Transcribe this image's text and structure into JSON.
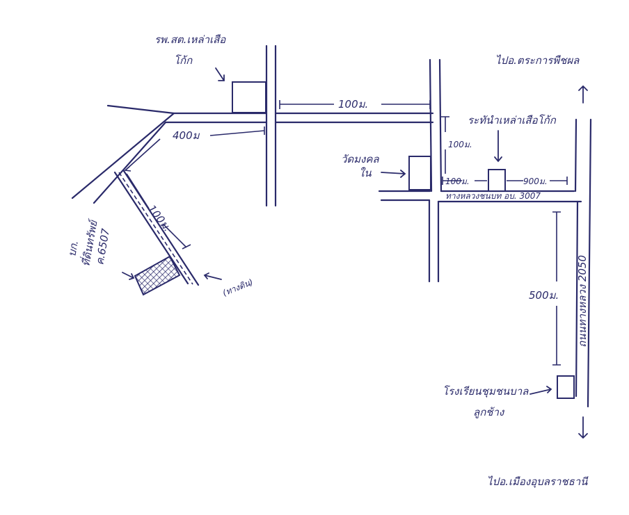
{
  "map": {
    "labels": {
      "sub_district_hospital": [
        "รพ.สต.เหล่าเสือ",
        "โก้ก"
      ],
      "to_top": "ไปอ.ตระการพืชผล",
      "to_bottom": "ไปอ.เมืองอุบลราชธานี",
      "water_tank": "ระทันำเหล่าเสือโก้ก",
      "temple": [
        "วัดมงคล",
        "ใน"
      ],
      "asset_label": [
        "บก.",
        "ที่ดินทรัพย์",
        "ค.6507"
      ],
      "dirt_road": "(ทางดิน)",
      "school": [
        "โรงเรียนชุมชนบาล",
        "ลูกช้าง"
      ],
      "rural_road": "ทางหลวงชนบท อบ. 3007",
      "highway": "ถนนทางหลวง 2050"
    },
    "distances": {
      "d_100_top": "100ม.",
      "d_400": "400ม",
      "d_100_diag": "100ม.",
      "d_100_vert": "100ม.",
      "d_100_left": "100ม.",
      "d_900": "900ม.",
      "d_500": "500ม."
    },
    "colors": {
      "ink": "#2a2a6a",
      "paper": "#ffffff"
    }
  }
}
